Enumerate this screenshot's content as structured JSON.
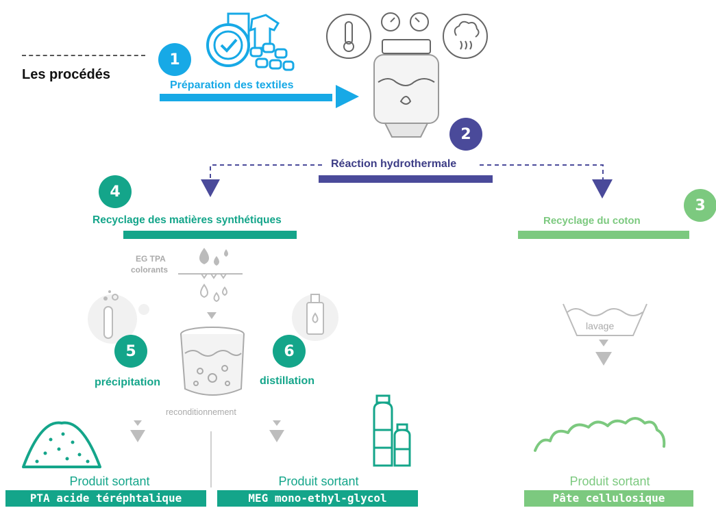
{
  "header": {
    "title": "Les procédés"
  },
  "steps": [
    {
      "number": "1",
      "label": "Préparation des textiles"
    },
    {
      "number": "2",
      "label": "Réaction hydrothermale"
    },
    {
      "number": "3",
      "label": "Recyclage du coton"
    },
    {
      "number": "4",
      "label": "Recyclage des matières synthétiques"
    },
    {
      "number": "5",
      "label": "précipitation"
    },
    {
      "number": "6",
      "label": "distillation"
    }
  ],
  "inputs_text": {
    "line1": "EG TPA",
    "line2": "colorants"
  },
  "reconditioning": "reconditionnement",
  "washing": "lavage",
  "outputs": [
    {
      "heading": "Produit sortant",
      "product": "PTA acide téréphtalique"
    },
    {
      "heading": "Produit sortant",
      "product": "MEG mono-ethyl-glycol"
    },
    {
      "heading": "Produit sortant",
      "product": "Pâte cellulosique"
    }
  ],
  "colors": {
    "blue": "#17a9e6",
    "indigo": "#4a4a9a",
    "teal": "#14a58a",
    "green": "#7cc97f",
    "grey": "#c8c8c8"
  }
}
